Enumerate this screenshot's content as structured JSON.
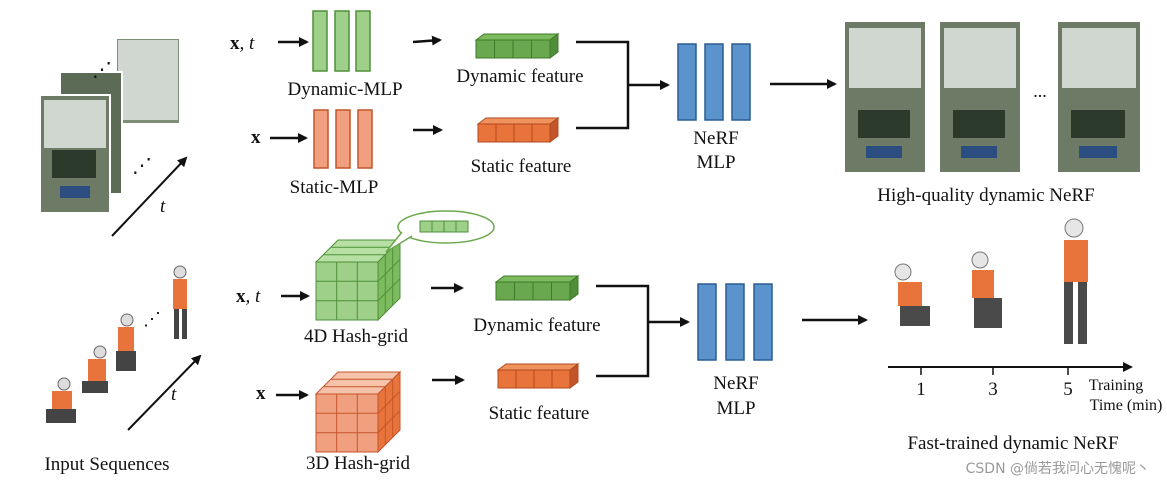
{
  "colors": {
    "green_fill": "#9fd08a",
    "green_stroke": "#4f8f3a",
    "orange_fill": "#f0a07e",
    "orange_stroke": "#c4552b",
    "blue_fill": "#5b93cc",
    "blue_stroke": "#2a5d92",
    "dyn_feature": "#6aa84f",
    "stat_feature": "#e8743b",
    "arrow": "#111111"
  },
  "top": {
    "input_xt": {
      "bold": "x",
      "rest": ", t"
    },
    "input_x": "x",
    "dynamic_mlp_label": "Dynamic-MLP",
    "static_mlp_label": "Static-MLP",
    "dynamic_feature_label": "Dynamic feature",
    "static_feature_label": "Static feature",
    "nerf_mlp_line1": "NeRF",
    "nerf_mlp_line2": "MLP",
    "output_label": "High-quality dynamic NeRF",
    "ellipsis": "...",
    "time_axis_label": "t"
  },
  "bottom": {
    "input_xt": {
      "bold": "x",
      "rest": ", t"
    },
    "input_x": "x",
    "hash4d_label": "4D Hash-grid",
    "hash3d_label": "3D Hash-grid",
    "dynamic_feature_label": "Dynamic feature",
    "static_feature_label": "Static feature",
    "nerf_mlp_line1": "NeRF",
    "nerf_mlp_line2": "MLP",
    "output_label": "Fast-trained dynamic NeRF",
    "input_label": "Input Sequences",
    "time_axis_label": "t",
    "timeline_ticks": [
      "1",
      "3",
      "5"
    ],
    "timeline_label_line1": "Training",
    "timeline_label_line2": "Time (min)"
  },
  "watermark": "CSDN @倘若我问心无愧呢丶"
}
